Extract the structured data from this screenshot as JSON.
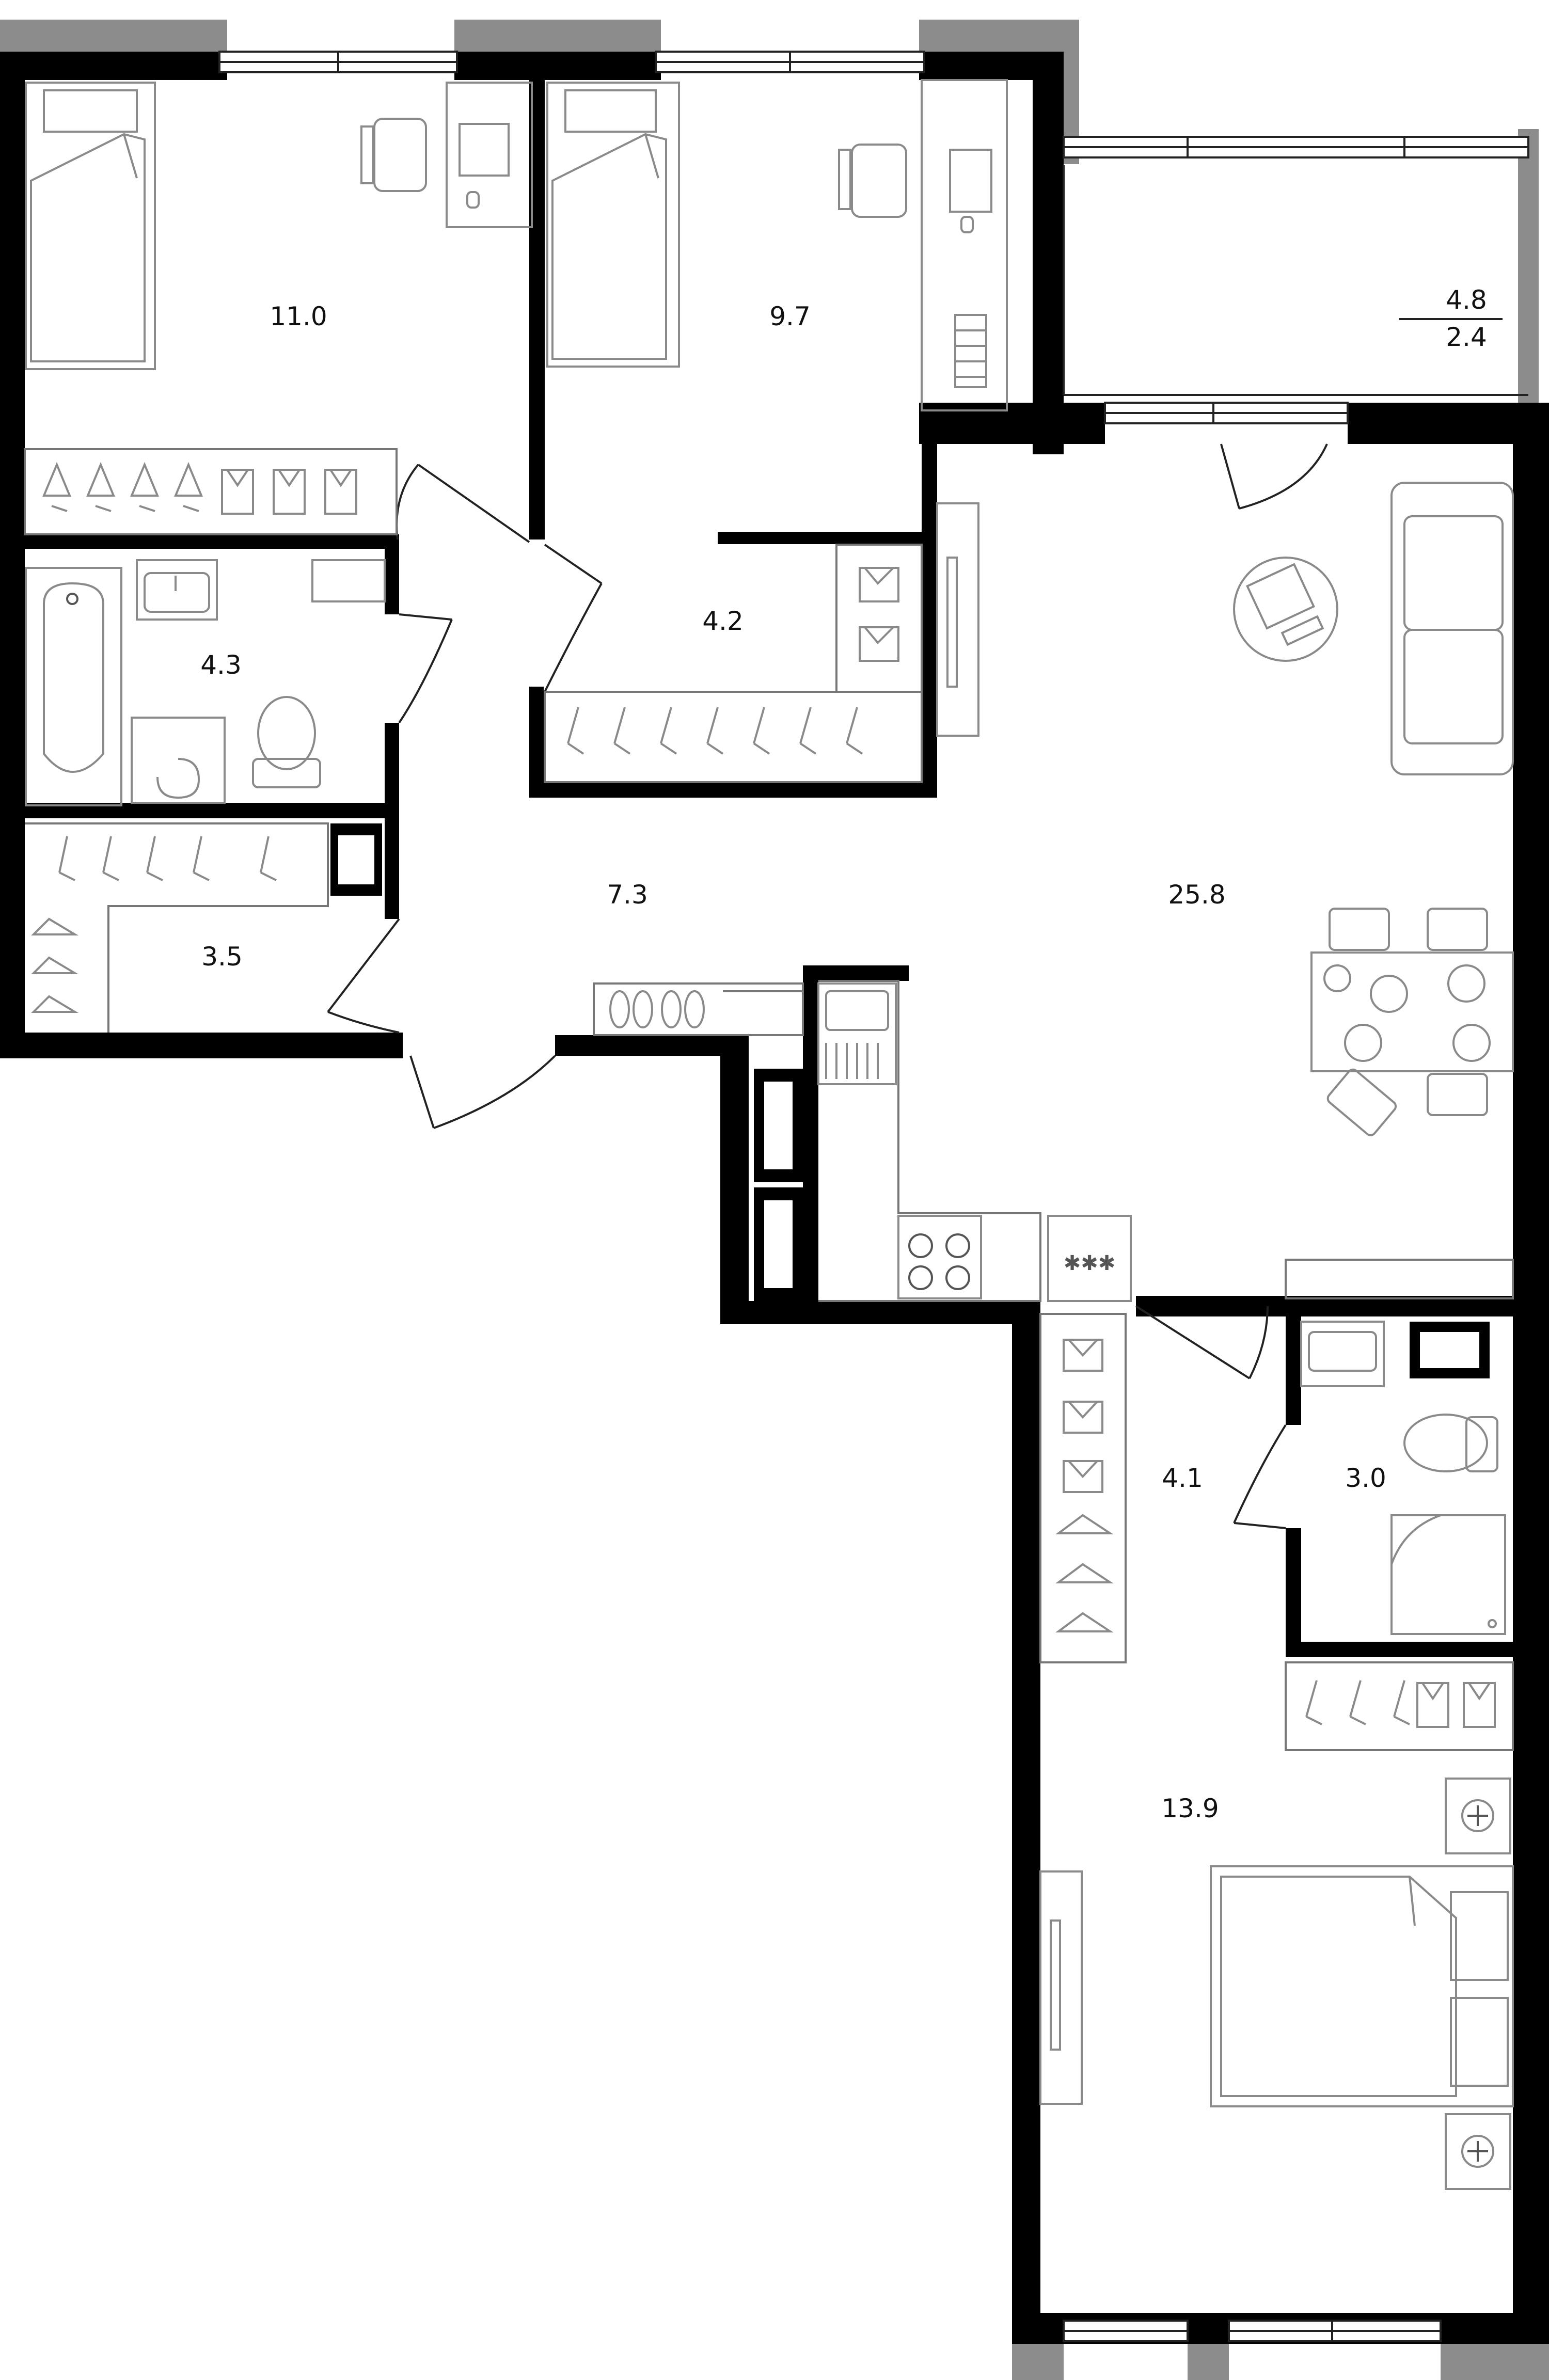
{
  "rooms": {
    "bedroom_1": {
      "area": "11.0"
    },
    "bedroom_2": {
      "area": "9.7"
    },
    "balcony": {
      "area_total": "4.8",
      "area_reduced": "2.4"
    },
    "bathroom_1": {
      "area": "4.3"
    },
    "wardrobe_1": {
      "area": "4.2"
    },
    "storage": {
      "area": "3.5"
    },
    "hallway": {
      "area": "7.3"
    },
    "living_kitchen": {
      "area": "25.8"
    },
    "wardrobe_2": {
      "area": "4.1"
    },
    "bathroom_2": {
      "area": "3.0"
    },
    "master_bedroom": {
      "area": "13.9"
    }
  },
  "colors": {
    "wall": "#000000",
    "exterior": "#8c8c8c",
    "furniture": "#8a8a8a",
    "background": "#ffffff"
  },
  "icons": [
    "bed-icon",
    "chair-icon",
    "desk-icon",
    "radiator-icon",
    "hanger-icon",
    "folded-shirt-icon",
    "bathtub-icon",
    "sink-icon",
    "toilet-icon",
    "washing-machine-icon",
    "sofa-icon",
    "coffee-table-icon",
    "tv-icon",
    "dining-table-icon",
    "stove-icon",
    "fridge-icon",
    "shower-icon",
    "nightstand-lamp-icon",
    "door-swing-icon",
    "window-icon"
  ]
}
